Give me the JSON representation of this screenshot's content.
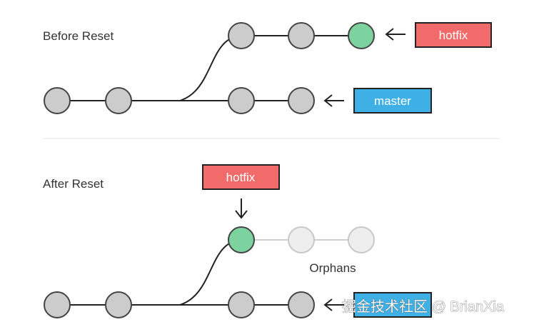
{
  "before": {
    "title": "Before Reset",
    "hotfix_label": "hotfix",
    "master_label": "master"
  },
  "after": {
    "title": "After Reset",
    "hotfix_label": "hotfix",
    "orphans_label": "Orphans"
  },
  "watermark": "掘金技术社区 @ BrianXia",
  "colors": {
    "commit": "#cccccc",
    "commit_stroke": "#444444",
    "head_commit": "#7dd3a0",
    "orphan_commit": "#eeeeee",
    "orphan_stroke": "#c8c8c8",
    "hotfix_tag": "#f26b6b",
    "master_tag": "#3fb0e6",
    "line": "#222222",
    "orphan_line": "#cfcfcf",
    "divider": "#eeeeee"
  }
}
